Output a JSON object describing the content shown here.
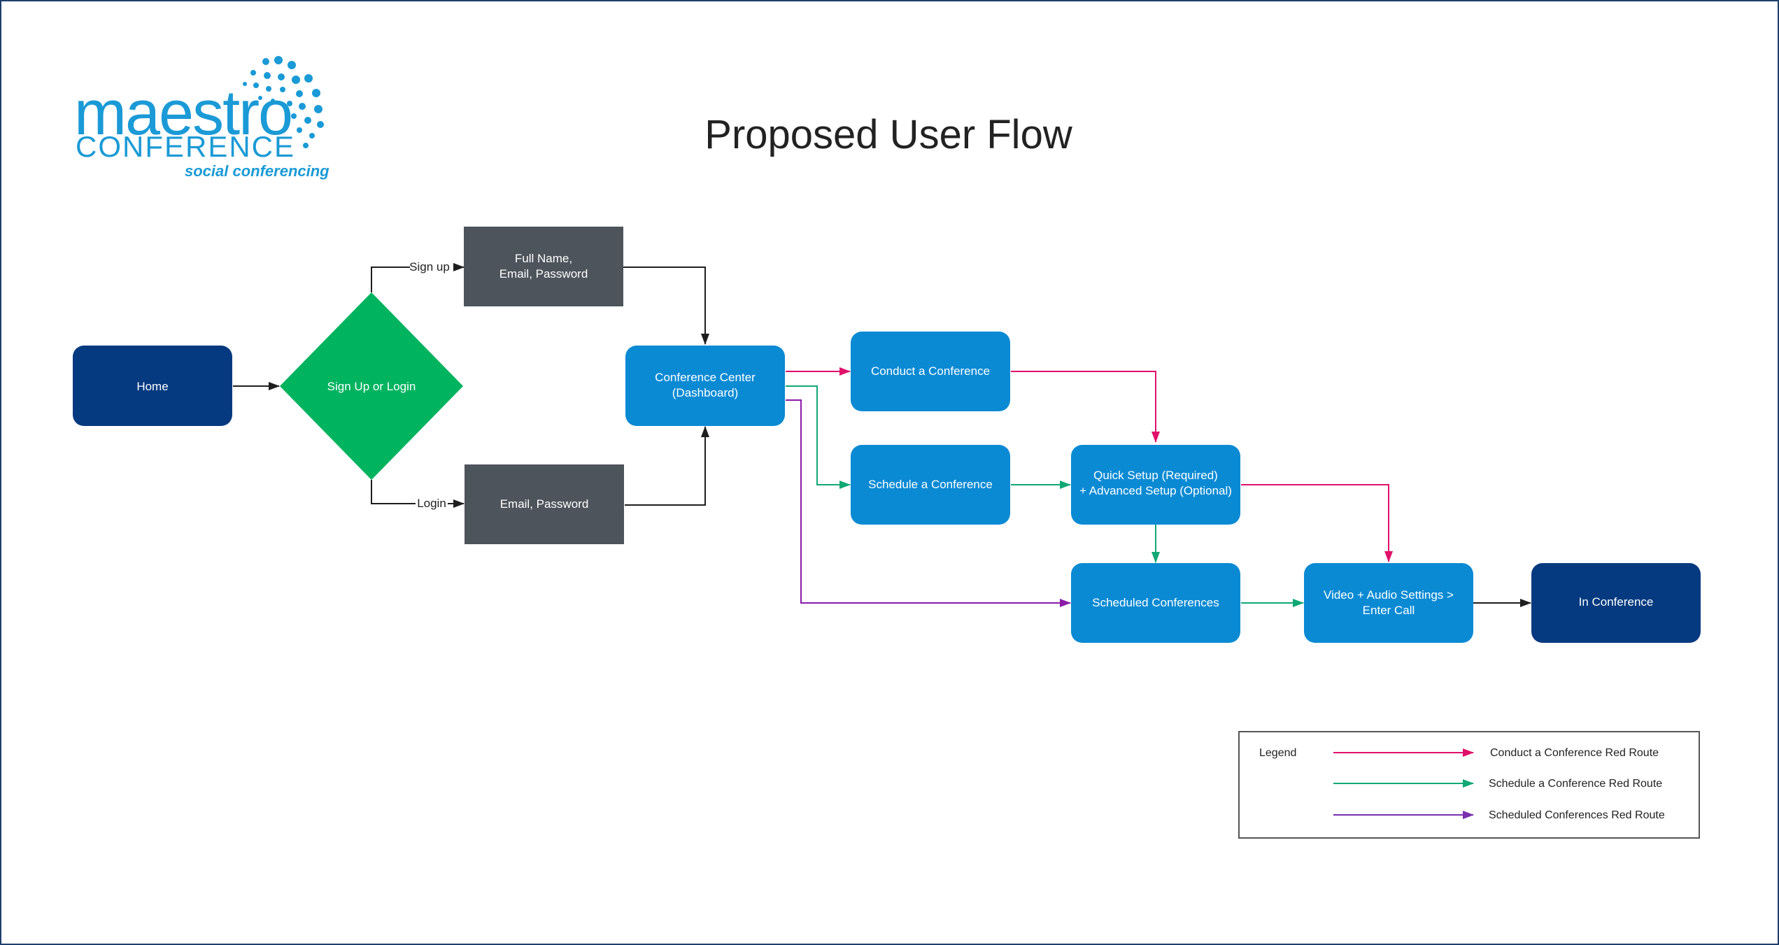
{
  "title": "Proposed User Flow",
  "logo": {
    "main": "maestro",
    "sub": "CONFERENCE",
    "tagline": "social conferencing"
  },
  "colors": {
    "darkNavy": "#063a80",
    "blue": "#0b8ad4",
    "green": "#00b35f",
    "grey": "#4d545b",
    "red": "#e0116b",
    "teal": "#11a874",
    "purple": "#8a1ba8",
    "black": "#1e1e1e"
  },
  "nodes": {
    "home": "Home",
    "signup_or_login": "Sign Up or Login",
    "signup_form": [
      "Full Name,",
      "Email, Password"
    ],
    "login_form": "Email, Password",
    "conference_center": [
      "Conference Center",
      "(Dashboard)"
    ],
    "conduct": "Conduct  a Conference",
    "schedule": "Schedule a Conference",
    "quick_setup": [
      "Quick Setup (Required)",
      "+ Advanced Setup (Optional)"
    ],
    "scheduled_conferences": "Scheduled Conferences",
    "video_audio": [
      "Video + Audio Settings >",
      "Enter Call"
    ],
    "in_conference": "In Conference"
  },
  "edges": {
    "signup_label": "Sign up",
    "login_label": "Login"
  },
  "legend": {
    "title": "Legend",
    "items": [
      {
        "label": "Conduct a Conference Red Route",
        "color": "#e0116b"
      },
      {
        "label": "Schedule a Conference Red Route",
        "color": "#11a874"
      },
      {
        "label": "Scheduled Conferences Red Route",
        "color": "#7a2fb0"
      }
    ]
  }
}
